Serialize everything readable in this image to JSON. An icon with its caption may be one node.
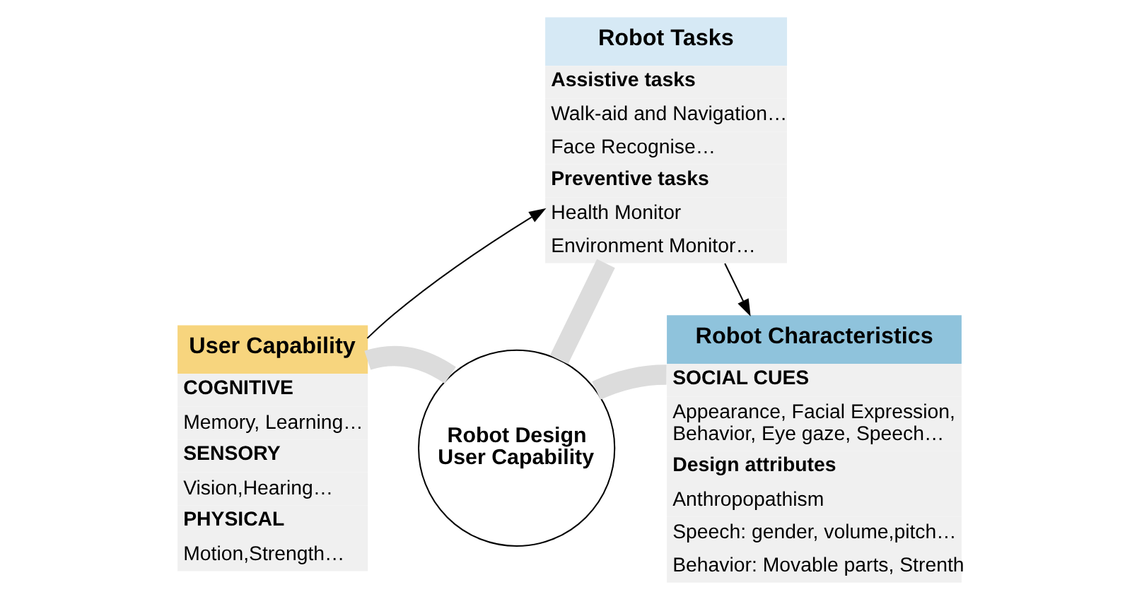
{
  "diagram": {
    "nodes": [
      {
        "text": [
          "Robot Tasks",
          "Assistive tasks",
          "Walk-aid and Navigation…",
          "Face Recognise…",
          "Preventive tasks",
          "Health Monitor",
          "Environment Monitor…"
        ]
      },
      {
        "text": [
          "User Capability",
          "COGNITIVE",
          "Memory, Learning…",
          "SENSORY",
          "Vision,Hearing…",
          "PHYSICAL",
          "Motion,Strength…"
        ]
      },
      {
        "text": [
          "Robot Characteristics",
          "SOCIAL CUES",
          "Appearance, Facial Expression, Behavior, Eye gaze, Speech…",
          "Design attributes",
          "Anthropopathism",
          "Speech: gender, volume,pitch…",
          "Behavior: Movable parts, Strenth"
        ]
      },
      {
        "text": [
          "Robot Design",
          "User Capability"
        ]
      }
    ],
    "edges": [
      {
        "from": 1,
        "to": 0,
        "arrow": "to",
        "color": "#000000"
      },
      {
        "from": 0,
        "to": 2,
        "arrow": "to",
        "color": "#000000"
      },
      {
        "from": 0,
        "to": 3,
        "arrow": "none"
      },
      {
        "from": 3,
        "to": 2,
        "arrow": "none"
      },
      {
        "from": 1,
        "to": 3,
        "arrow": "none"
      }
    ]
  }
}
